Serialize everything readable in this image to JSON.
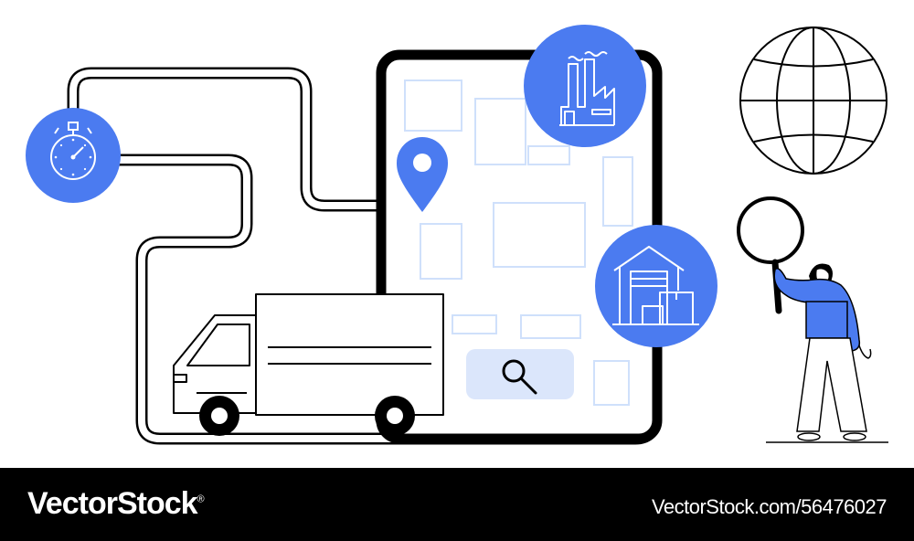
{
  "footer": {
    "brand": "VectorStock",
    "brand_mark": "®",
    "reference": "VectorStock.com/56476027"
  },
  "palette": {
    "accent": "#4b7bf0",
    "line": "#000000",
    "map_blocks": "#cfe0fb",
    "search_box": "#dbe6fb",
    "background": "#ffffff"
  },
  "icons": [
    "stopwatch-icon",
    "map-pin-icon",
    "factory-icon",
    "warehouse-icon",
    "search-icon",
    "globe-icon",
    "magnifying-glass-icon",
    "delivery-truck"
  ]
}
